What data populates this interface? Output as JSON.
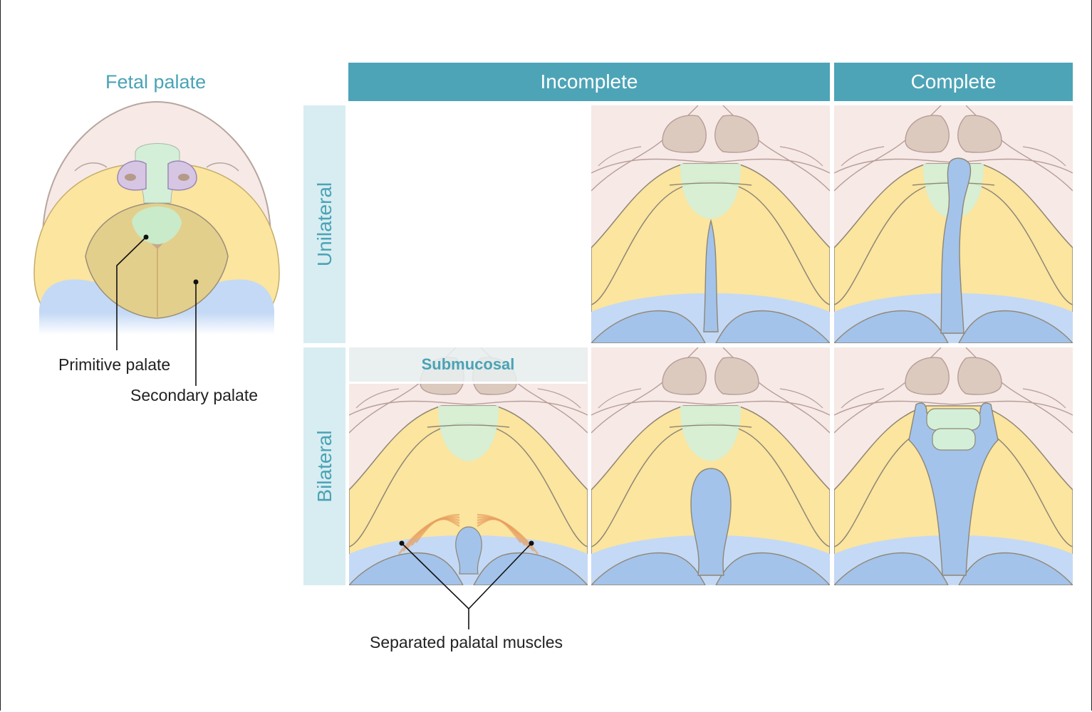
{
  "fetal": {
    "title": "Fetal palate",
    "labels": {
      "primitive": "Primitive palate",
      "secondary": "Secondary palate"
    }
  },
  "columns": [
    {
      "label": "Incomplete"
    },
    {
      "label": "Complete"
    }
  ],
  "rows": [
    {
      "label": "Unilateral"
    },
    {
      "label": "Bilateral"
    }
  ],
  "panels": [
    {
      "id": "unilateral-incomplete",
      "cleft": "narrow-posterior"
    },
    {
      "id": "unilateral-complete",
      "cleft": "full-unilateral"
    },
    {
      "id": "bilateral-submucosal",
      "cleft": "submucosal"
    },
    {
      "id": "bilateral-incomplete",
      "cleft": "wide-posterior"
    },
    {
      "id": "bilateral-complete",
      "cleft": "full-bilateral"
    }
  ],
  "submucosal_label": "Submucosal",
  "muscle_label": "Separated palatal muscles",
  "colors": {
    "header": "#4da4b7",
    "row_header": "#d8edf1",
    "title_text": "#4aa3b6",
    "skin": "#f6e9e6",
    "palate_yellow": "#fbe59f",
    "primary_green": "#d4efd8",
    "cleft_blue": "#a3c3ea",
    "tongue_blue": "#c4d9f5",
    "outline": "#8f8675"
  }
}
